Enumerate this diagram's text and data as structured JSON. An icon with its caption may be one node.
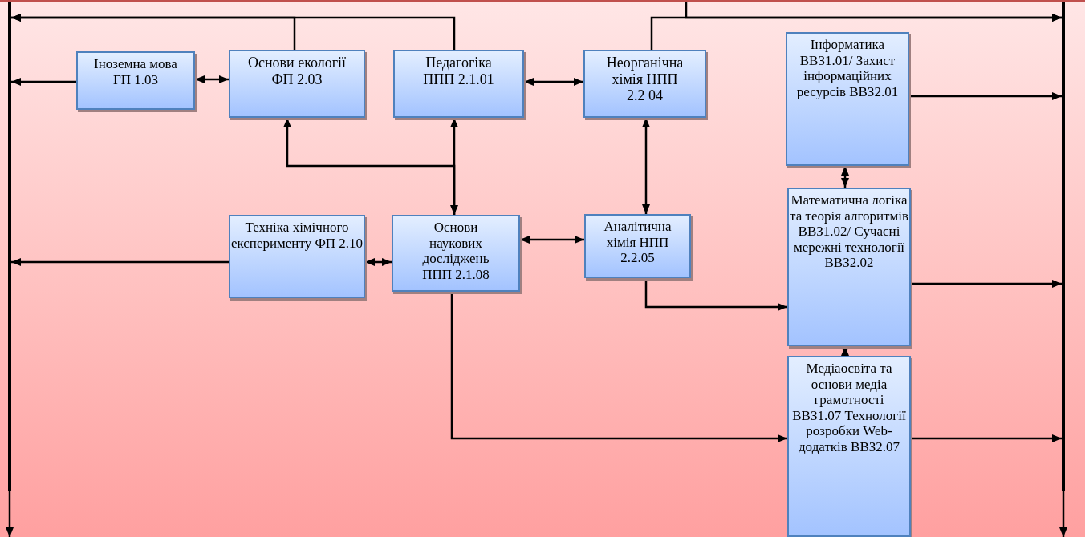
{
  "diagram": {
    "nodes": [
      {
        "text": [
          "Іноземна мова ГП 1.03"
        ]
      },
      {
        "text": [
          "Основи екології ФП 2.03"
        ]
      },
      {
        "text": [
          "Педагогіка ППП 2.1.01"
        ]
      },
      {
        "text": [
          "Неорганічна хімія НПП 2.2 04"
        ]
      },
      {
        "text": [
          "Інформатика ВВЗ1.01/ Захист інформаційних ресурсів ВВЗ2.01"
        ]
      },
      {
        "text": [
          "Техніка хімічного експерименту ФП 2.10"
        ]
      },
      {
        "text": [
          "Основи наукових досліджень ППП 2.1.08"
        ]
      },
      {
        "text": [
          "Аналітична хімія НПП 2.2.05"
        ]
      },
      {
        "text": [
          "Математична логіка та теорія алгоритмів ВВЗ1.02/ Сучасні мережні технології ВВЗ2.02"
        ]
      },
      {
        "text": [
          "Медіаосвіта та основи медіа грамотності ВВЗ1.07 Технології розробки Web-додатків ВВЗ2.07"
        ]
      },
      {
        "text": [],
        "shape": "bar"
      },
      {
        "text": [],
        "shape": "bar"
      }
    ],
    "edges": [
      {
        "from": 0,
        "to": 10,
        "arrow": "to"
      },
      {
        "from": 0,
        "to": 1,
        "arrow": "both"
      },
      {
        "from": 1,
        "to": 10,
        "arrow": "to"
      },
      {
        "from": 2,
        "to": 10,
        "arrow": "to"
      },
      {
        "from": 2,
        "to": 3,
        "arrow": "both"
      },
      {
        "from": 3,
        "to": 11,
        "arrow": "to"
      },
      {
        "from": null,
        "to": 11,
        "arrow": "to"
      },
      {
        "from": 4,
        "to": 11,
        "arrow": "to"
      },
      {
        "from": 2,
        "to": 6,
        "arrow": "both"
      },
      {
        "from": 6,
        "to": 1,
        "arrow": "to"
      },
      {
        "from": 3,
        "to": 7,
        "arrow": "both"
      },
      {
        "from": 6,
        "to": 7,
        "arrow": "both"
      },
      {
        "from": 5,
        "to": 6,
        "arrow": "both"
      },
      {
        "from": 5,
        "to": 10,
        "arrow": "to"
      },
      {
        "from": 4,
        "to": 8,
        "arrow": "both"
      },
      {
        "from": 8,
        "to": 9,
        "arrow": "both"
      },
      {
        "from": 7,
        "to": 8,
        "arrow": "to"
      },
      {
        "from": 6,
        "to": 9,
        "arrow": "to"
      },
      {
        "from": 8,
        "to": 11,
        "arrow": "to"
      },
      {
        "from": 9,
        "to": 11,
        "arrow": "to"
      },
      {
        "from": 10,
        "to": null,
        "arrow": "to"
      },
      {
        "from": 11,
        "to": null,
        "arrow": "to"
      }
    ]
  }
}
